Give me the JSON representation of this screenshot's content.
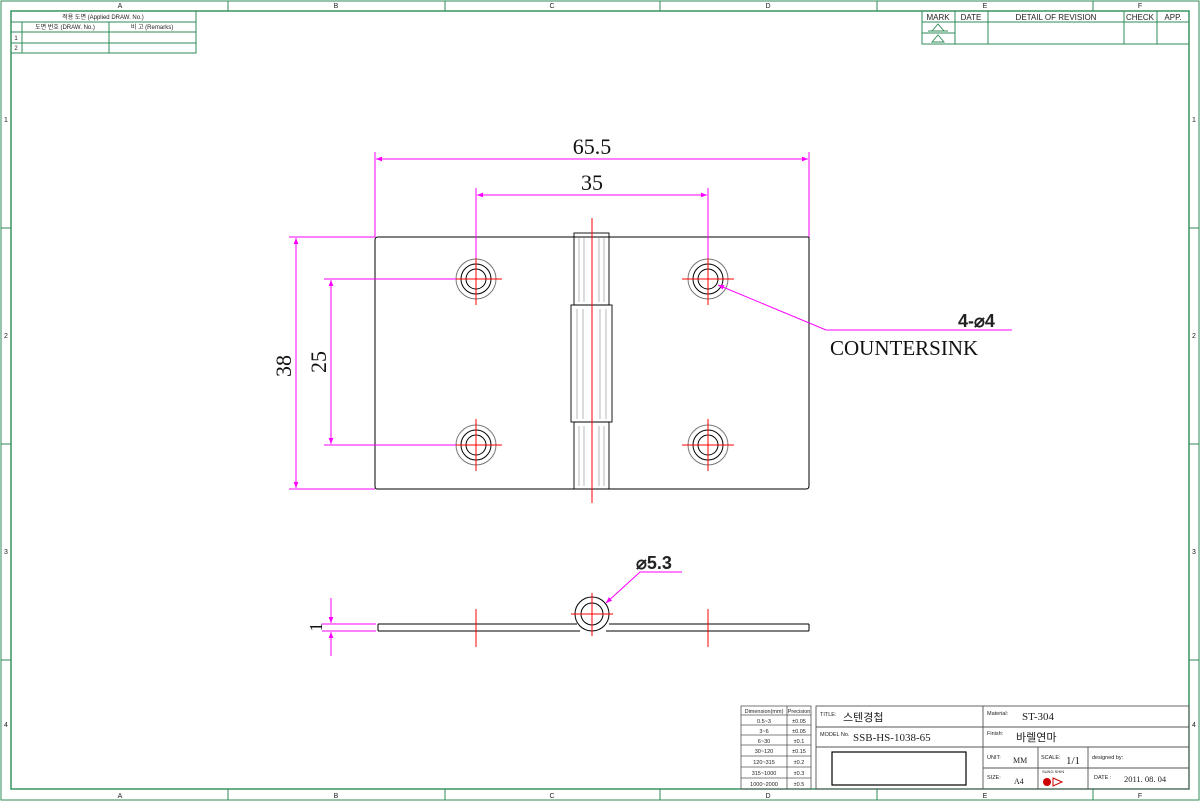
{
  "border": {
    "cols": [
      "A",
      "B",
      "C",
      "D",
      "E",
      "F"
    ],
    "rows": [
      "1",
      "2",
      "3",
      "4"
    ]
  },
  "applied_table": {
    "title": "적용 도면 (Applied DRAW. No.)",
    "col1": "도면 번호 (DRAW. No.)",
    "col2": "비 고 (Remarks)",
    "rows": [
      "1",
      "2"
    ]
  },
  "revision_table": {
    "headers": [
      "MARK",
      "DATE",
      "DETAIL OF REVISION",
      "CHECK",
      "APP."
    ]
  },
  "drawing": {
    "dim_overall_width": "65.5",
    "dim_hole_spacing_x": "35",
    "dim_overall_height": "38",
    "dim_hole_spacing_y": "25",
    "hole_callout_1": "4-⌀4",
    "hole_callout_2": "COUNTERSINK",
    "pin_dia": "⌀5.3",
    "thickness": "1"
  },
  "tolerance_table": {
    "header_dim": "Dimension(mm)",
    "header_prec": "Precision",
    "rows": [
      [
        "0.5~3",
        "±0.05"
      ],
      [
        "3~6",
        "±0.05"
      ],
      [
        "6~30",
        "±0.1"
      ],
      [
        "30~120",
        "±0.15"
      ],
      [
        "120~315",
        "±0.2"
      ],
      [
        "315~1000",
        "±0.3"
      ],
      [
        "1000~2000",
        "±0.5"
      ]
    ]
  },
  "title_block": {
    "title_label": "TITLE:",
    "title_value": "스텐경첩",
    "model_label": "MODEL No.",
    "model_value": "SSB-HS-1038-65",
    "material_label": "Material:",
    "material_value": "ST-304",
    "finish_label": "Finish:",
    "finish_value": "바렐연마",
    "unit_label": "UNIT:",
    "unit_value": "MM",
    "scale_label": "SCALE:",
    "scale_value": "1/1",
    "designed_label": "designed by:",
    "size_label": "SIZE:",
    "size_value": "A4",
    "date_label": "DATE :",
    "date_value": "2011. 08. 04",
    "logo_text": "SUNG SHIN"
  },
  "colors": {
    "frame": "#2e8b57",
    "dimension": "#ff00ff",
    "centerline": "#ff0000",
    "outline": "#000000"
  }
}
